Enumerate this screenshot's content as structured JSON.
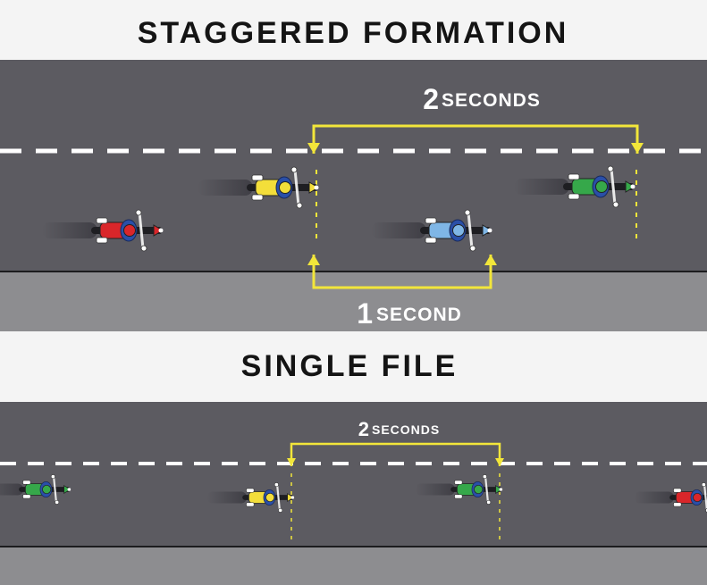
{
  "colors": {
    "road": "#5c5b61",
    "shoulder": "#8d8d90",
    "background": "#f4f4f4",
    "lane_dash": "#ffffff",
    "bracket": "#f2e63a",
    "title": "#141414"
  },
  "staggered": {
    "title": "STAGGERED FORMATION",
    "top_label": {
      "num": "2",
      "word": "SECONDS"
    },
    "bottom_label": {
      "num": "1",
      "word": "SECOND"
    },
    "riders": [
      {
        "rider": "red",
        "lane": "lower"
      },
      {
        "rider": "yellow",
        "lane": "upper"
      },
      {
        "rider": "blue",
        "lane": "lower"
      },
      {
        "rider": "green",
        "lane": "upper"
      }
    ]
  },
  "single_file": {
    "title": "SINGLE FILE",
    "label": {
      "num": "2",
      "word": "SECONDS"
    },
    "riders": [
      {
        "rider": "green"
      },
      {
        "rider": "yellow"
      },
      {
        "rider": "green"
      },
      {
        "rider": "red"
      }
    ]
  },
  "rider_colors": {
    "red": "#d9262a",
    "yellow": "#f3de3a",
    "blue": "#7fb6e6",
    "green": "#36a84a"
  }
}
